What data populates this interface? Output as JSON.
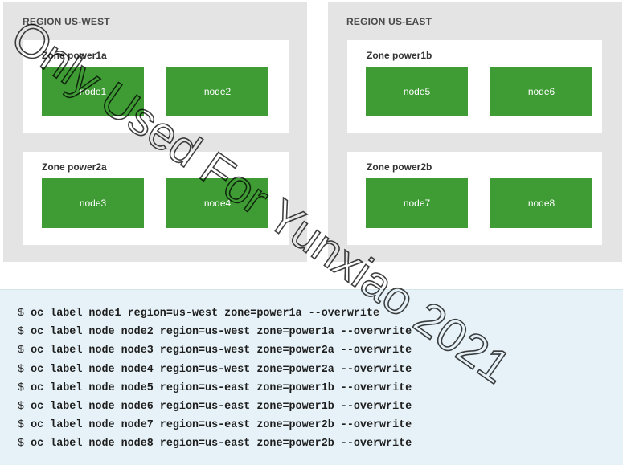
{
  "regions": [
    {
      "title": "REGION US-WEST",
      "zones": [
        {
          "title": "Zone power1a",
          "nodes": [
            "node1",
            "node2"
          ]
        },
        {
          "title": "Zone power2a",
          "nodes": [
            "node3",
            "node4"
          ]
        }
      ]
    },
    {
      "title": "REGION US-EAST",
      "zones": [
        {
          "title": "Zone power1b",
          "nodes": [
            "node5",
            "node6"
          ]
        },
        {
          "title": "Zone power2b",
          "nodes": [
            "node7",
            "node8"
          ]
        }
      ]
    }
  ],
  "commands": {
    "prompt": "$",
    "lines": [
      "oc label node1 region=us-west zone=power1a --overwrite",
      "oc label node node2 region=us-west zone=power1a --overwrite",
      "oc label node node3 region=us-west zone=power2a --overwrite",
      "oc label node node4 region=us-west zone=power2a --overwrite",
      "oc label node node5 region=us-east zone=power1b --overwrite",
      "oc label node node6 region=us-east zone=power1b --overwrite",
      "oc label node node7 region=us-east zone=power2b --overwrite",
      "oc label node node8 region=us-east zone=power2b --overwrite"
    ]
  },
  "watermark": {
    "text": "Only Used For Yunxiao 2021"
  },
  "colors": {
    "node_green": "#3f9c35",
    "region_gray": "#e4e4e4",
    "code_bg": "#e6f2f7"
  }
}
